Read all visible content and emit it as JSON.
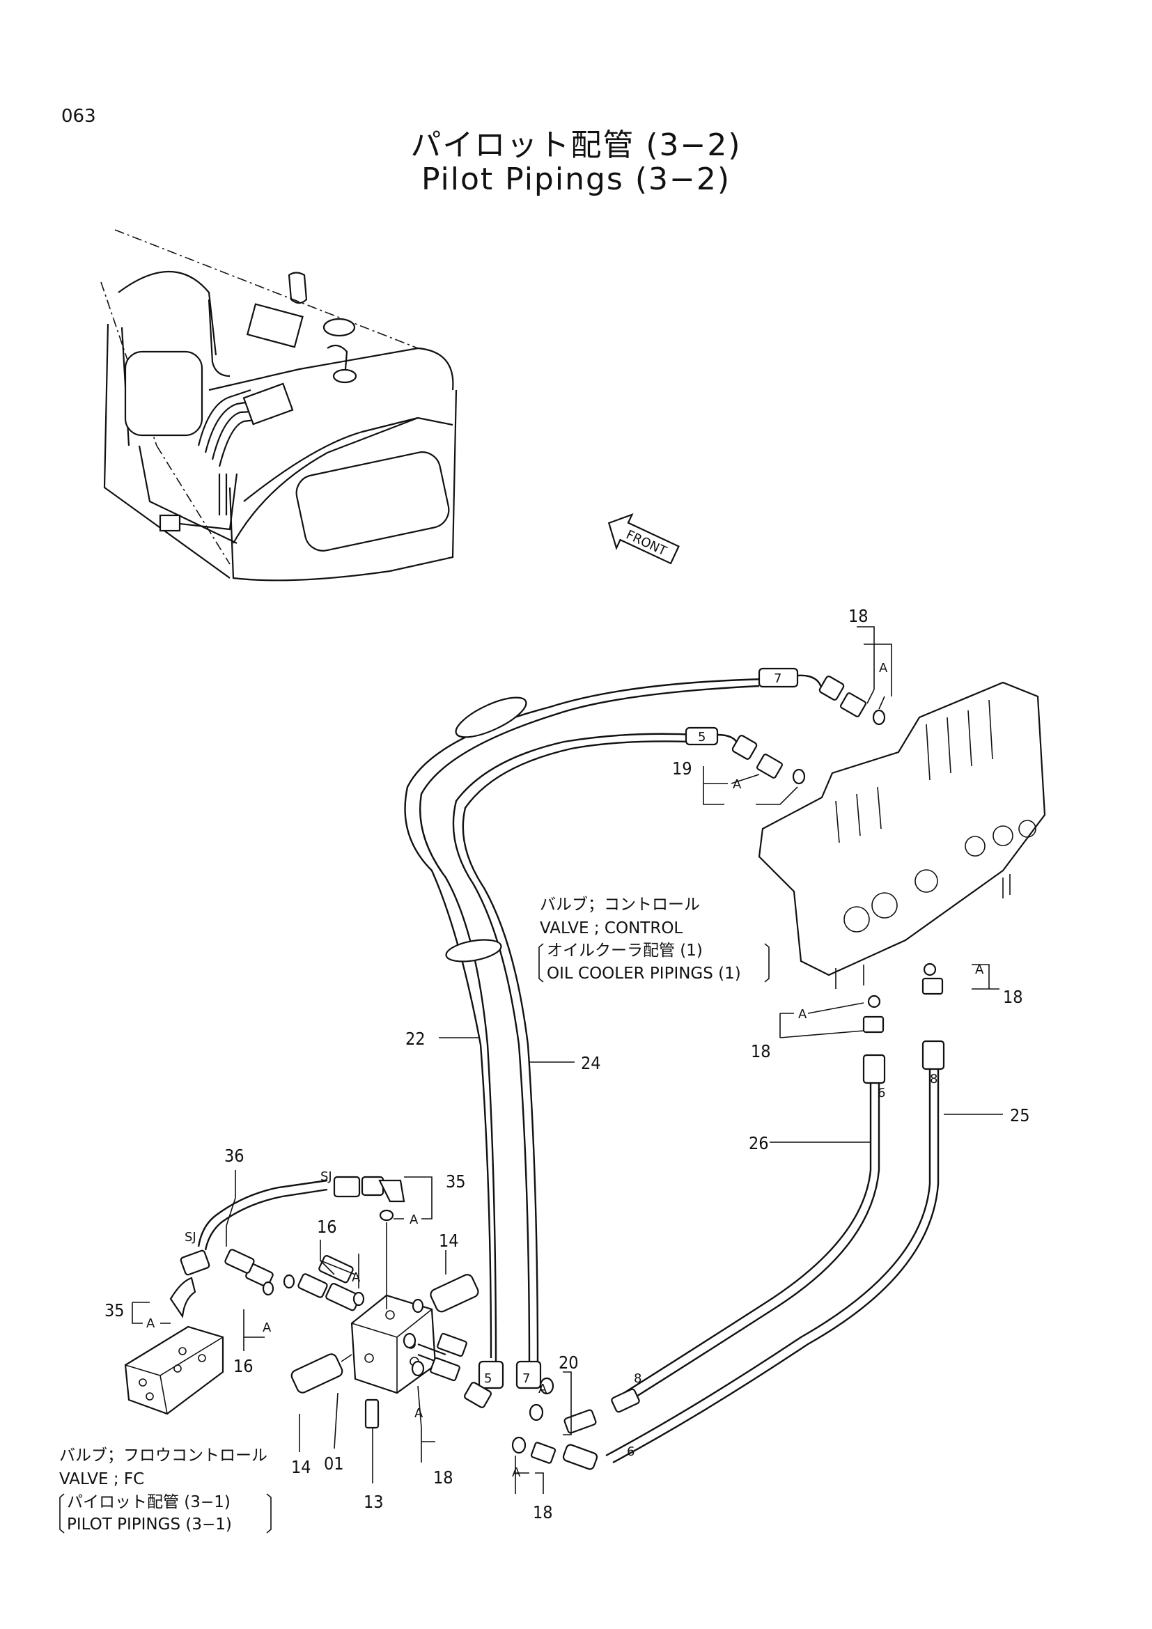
{
  "page_number": "063",
  "title_jp": "パイロット配管 (3−2)",
  "title_en": "Pilot Pipings (3−2)",
  "front_arrow": "FRONT",
  "callouts": {
    "c18a": "18",
    "c19": "19",
    "c18b": "18",
    "c18c": "18",
    "c22": "22",
    "c24": "24",
    "c25": "25",
    "c26": "26",
    "c36": "36",
    "c35a": "35",
    "c16a": "16",
    "c14a": "14",
    "c35b": "35",
    "c16b": "16",
    "c20": "20",
    "c14b": "14",
    "c01": "01",
    "c13": "13",
    "c18d": "18",
    "c18e": "18"
  },
  "ref_marks": {
    "a1": "A",
    "a2": "A",
    "a3": "A",
    "a4": "A",
    "a5": "A",
    "a6": "A",
    "a7": "A",
    "a8": "A",
    "a9": "A",
    "a10": "A",
    "a11": "A"
  },
  "hose_tags": {
    "t7a": "7",
    "t5a": "5",
    "t6a": "6",
    "t8a": "8",
    "t5b": "5",
    "t7b": "7",
    "t8b": "8",
    "t6b": "6",
    "sj1": "SJ",
    "sj2": "SJ"
  },
  "control_valve_label": {
    "jp": "バルブ；コントロール",
    "en": "VALVE ; CONTROL",
    "ref_jp": "オイルクーラ配管 (1)",
    "ref_en": "OIL  COOLER  PIPINGS (1)"
  },
  "fc_valve_label": {
    "jp": "バルブ；フロウコントロール",
    "en": "VALVE ; FC",
    "ref_jp": "パイロット配管 (3−1)",
    "ref_en": "PILOT  PIPINGS (3−1)"
  }
}
